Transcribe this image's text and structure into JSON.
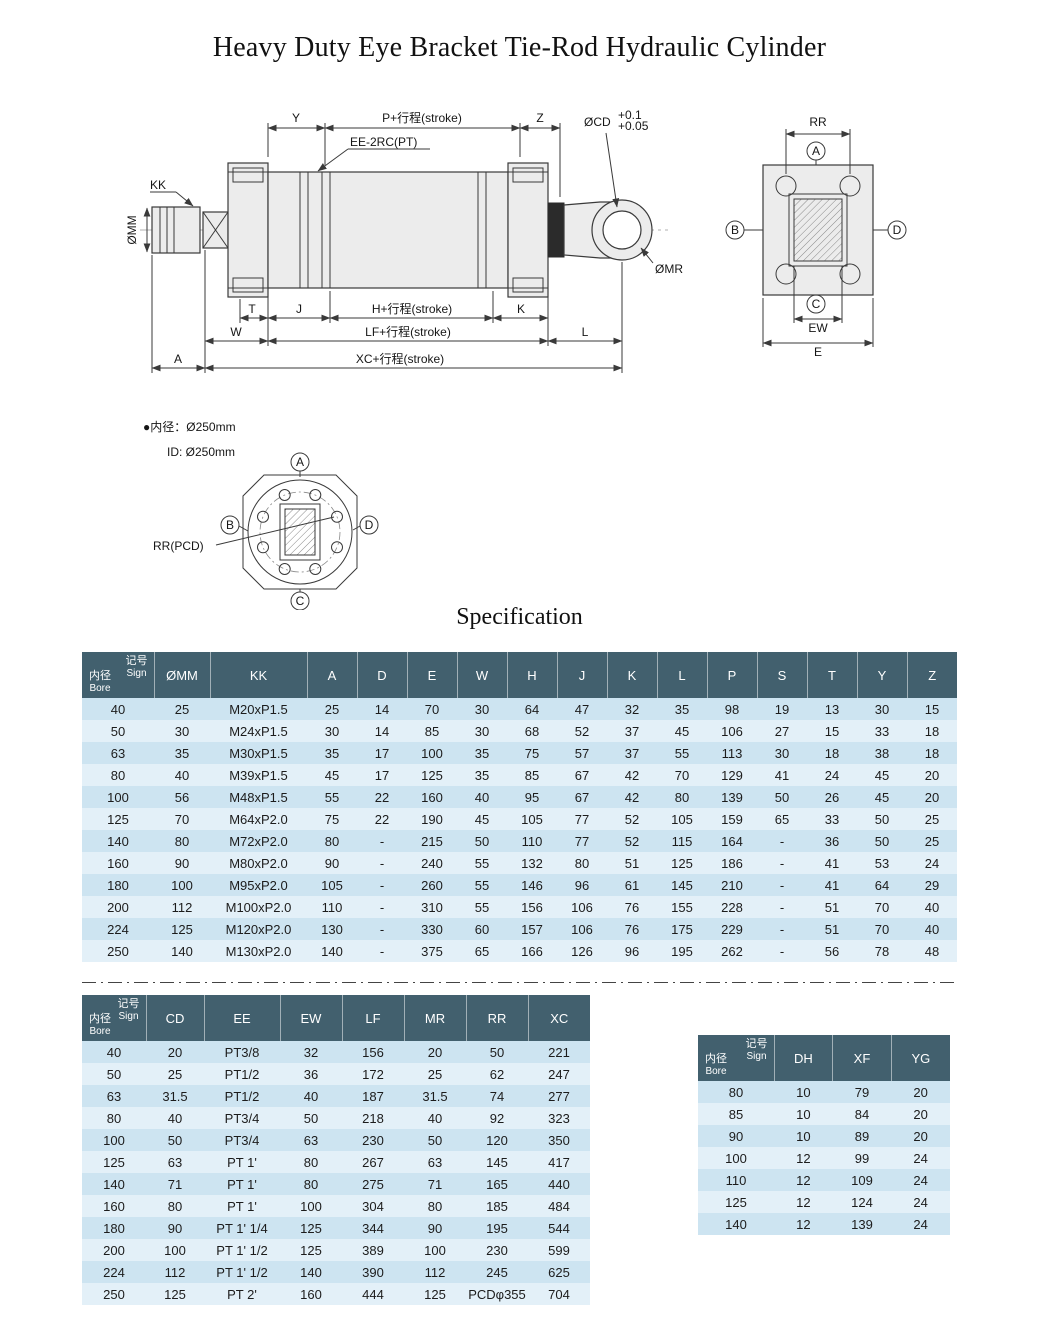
{
  "page": {
    "title": "Heavy Duty Eye Bracket Tie-Rod Hydraulic Cylinder",
    "spec_heading": "Specification"
  },
  "drawing": {
    "note_cn": "●内径：Ø250mm",
    "note_en": "ID: Ø250mm",
    "labels": {
      "y": "Y",
      "p_stroke": "P+行程(stroke)",
      "z": "Z",
      "cd": "ØCD",
      "cd_tol_up": "+0.1",
      "cd_tol_low": "+0.05",
      "ee": "EE-2RC(PT)",
      "kk": "KK",
      "mm": "ØMM",
      "mr": "ØMR",
      "t": "T",
      "j": "J",
      "h_stroke": "H+行程(stroke)",
      "k": "K",
      "w": "W",
      "lf_stroke": "LF+行程(stroke)",
      "l": "L",
      "a": "A",
      "xc_stroke": "XC+行程(stroke)",
      "rr": "RR",
      "ew": "EW",
      "e": "E",
      "rr_pcd": "RR(PCD)",
      "pt_a": "A",
      "pt_b": "B",
      "pt_c": "C",
      "pt_d": "D"
    }
  },
  "tables": {
    "corner": {
      "sign_cn": "记号",
      "sign_en": "Sign",
      "bore_cn": "内径",
      "bore_en": "Bore"
    },
    "main": {
      "headers": [
        "ØMM",
        "KK",
        "A",
        "D",
        "E",
        "W",
        "H",
        "J",
        "K",
        "L",
        "P",
        "S",
        "T",
        "Y",
        "Z"
      ],
      "rows": [
        [
          "40",
          "25",
          "M20xP1.5",
          "25",
          "14",
          "70",
          "30",
          "64",
          "47",
          "32",
          "35",
          "98",
          "19",
          "13",
          "30",
          "15"
        ],
        [
          "50",
          "30",
          "M24xP1.5",
          "30",
          "14",
          "85",
          "30",
          "68",
          "52",
          "37",
          "45",
          "106",
          "27",
          "15",
          "33",
          "18"
        ],
        [
          "63",
          "35",
          "M30xP1.5",
          "35",
          "17",
          "100",
          "35",
          "75",
          "57",
          "37",
          "55",
          "113",
          "30",
          "18",
          "38",
          "18"
        ],
        [
          "80",
          "40",
          "M39xP1.5",
          "45",
          "17",
          "125",
          "35",
          "85",
          "67",
          "42",
          "70",
          "129",
          "41",
          "24",
          "45",
          "20"
        ],
        [
          "100",
          "56",
          "M48xP1.5",
          "55",
          "22",
          "160",
          "40",
          "95",
          "67",
          "42",
          "80",
          "139",
          "50",
          "26",
          "45",
          "20"
        ],
        [
          "125",
          "70",
          "M64xP2.0",
          "75",
          "22",
          "190",
          "45",
          "105",
          "77",
          "52",
          "105",
          "159",
          "65",
          "33",
          "50",
          "25"
        ],
        [
          "140",
          "80",
          "M72xP2.0",
          "80",
          "-",
          "215",
          "50",
          "110",
          "77",
          "52",
          "115",
          "164",
          "-",
          "36",
          "50",
          "25"
        ],
        [
          "160",
          "90",
          "M80xP2.0",
          "90",
          "-",
          "240",
          "55",
          "132",
          "80",
          "51",
          "125",
          "186",
          "-",
          "41",
          "53",
          "24"
        ],
        [
          "180",
          "100",
          "M95xP2.0",
          "105",
          "-",
          "260",
          "55",
          "146",
          "96",
          "61",
          "145",
          "210",
          "-",
          "41",
          "64",
          "29"
        ],
        [
          "200",
          "112",
          "M100xP2.0",
          "110",
          "-",
          "310",
          "55",
          "156",
          "106",
          "76",
          "155",
          "228",
          "-",
          "51",
          "70",
          "40"
        ],
        [
          "224",
          "125",
          "M120xP2.0",
          "130",
          "-",
          "330",
          "60",
          "157",
          "106",
          "76",
          "175",
          "229",
          "-",
          "51",
          "70",
          "40"
        ],
        [
          "250",
          "140",
          "M130xP2.0",
          "140",
          "-",
          "375",
          "65",
          "166",
          "126",
          "96",
          "195",
          "262",
          "-",
          "56",
          "78",
          "48"
        ]
      ]
    },
    "ports": {
      "headers": [
        "CD",
        "EE",
        "EW",
        "LF",
        "MR",
        "RR",
        "XC"
      ],
      "rows": [
        [
          "40",
          "20",
          "PT3/8",
          "32",
          "156",
          "20",
          "50",
          "221"
        ],
        [
          "50",
          "25",
          "PT1/2",
          "36",
          "172",
          "25",
          "62",
          "247"
        ],
        [
          "63",
          "31.5",
          "PT1/2",
          "40",
          "187",
          "31.5",
          "74",
          "277"
        ],
        [
          "80",
          "40",
          "PT3/4",
          "50",
          "218",
          "40",
          "92",
          "323"
        ],
        [
          "100",
          "50",
          "PT3/4",
          "63",
          "230",
          "50",
          "120",
          "350"
        ],
        [
          "125",
          "63",
          "PT 1'",
          "80",
          "267",
          "63",
          "145",
          "417"
        ],
        [
          "140",
          "71",
          "PT 1'",
          "80",
          "275",
          "71",
          "165",
          "440"
        ],
        [
          "160",
          "80",
          "PT 1'",
          "100",
          "304",
          "80",
          "185",
          "484"
        ],
        [
          "180",
          "90",
          "PT 1' 1/4",
          "125",
          "344",
          "90",
          "195",
          "544"
        ],
        [
          "200",
          "100",
          "PT 1' 1/2",
          "125",
          "389",
          "100",
          "230",
          "599"
        ],
        [
          "224",
          "112",
          "PT 1' 1/2",
          "140",
          "390",
          "112",
          "245",
          "625"
        ],
        [
          "250",
          "125",
          "PT 2'",
          "160",
          "444",
          "125",
          "PCDφ355",
          "704"
        ]
      ]
    },
    "mount": {
      "headers": [
        "DH",
        "XF",
        "YG"
      ],
      "rows": [
        [
          "80",
          "10",
          "79",
          "20"
        ],
        [
          "85",
          "10",
          "84",
          "20"
        ],
        [
          "90",
          "10",
          "89",
          "20"
        ],
        [
          "100",
          "12",
          "99",
          "24"
        ],
        [
          "110",
          "12",
          "109",
          "24"
        ],
        [
          "125",
          "12",
          "124",
          "24"
        ],
        [
          "140",
          "12",
          "139",
          "24"
        ]
      ]
    }
  },
  "colors": {
    "table_header_bg": "#42606e",
    "row_alt_a": "#cde4f1",
    "row_alt_b": "#e3f0f8",
    "line_color": "#3a3a3a"
  }
}
